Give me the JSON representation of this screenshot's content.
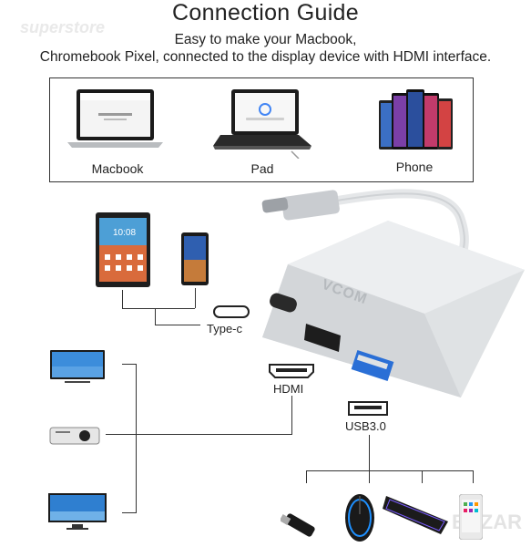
{
  "watermark": "superstore",
  "watermark_bottom": "BAZAR",
  "title": "Connection Guide",
  "subtitle_line1": "Easy to make your Macbook,",
  "subtitle_line2": "Chromebook Pixel, connected to the display device with HDMI interface.",
  "devices": {
    "macbook": "Macbook",
    "pad": "Pad",
    "phone": "Phone"
  },
  "tablet_time": "10:08",
  "brand": "VCOM",
  "ports": {
    "typec": "Type-c",
    "hdmi": "HDMI",
    "usb": "USB3.0"
  },
  "colors": {
    "line": "#333333",
    "adapter": "#d9dcde",
    "accent_usb": "#2a6fd6"
  }
}
